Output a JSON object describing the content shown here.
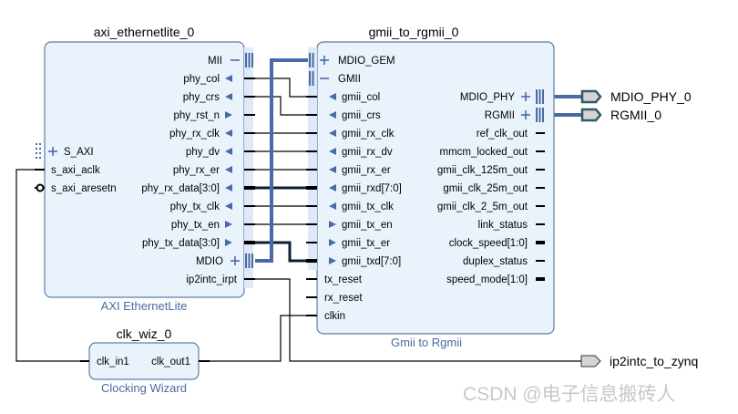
{
  "diagram": {
    "blocks": {
      "axi_ethernetlite": {
        "instance_name": "axi_ethernetlite_0",
        "ip_type": "AXI EthernetLite",
        "left_pins": [
          {
            "label": "S_AXI",
            "kind": "interface",
            "expanded": false
          },
          {
            "label": "s_axi_aclk",
            "kind": "clock"
          },
          {
            "label": "s_axi_aresetn",
            "kind": "reset"
          }
        ],
        "right_pins": [
          {
            "label": "MII",
            "kind": "interface",
            "expanded": true
          },
          {
            "label": "phy_col",
            "dir": "in"
          },
          {
            "label": "phy_crs",
            "dir": "in"
          },
          {
            "label": "phy_rst_n",
            "dir": "out"
          },
          {
            "label": "phy_rx_clk",
            "dir": "in"
          },
          {
            "label": "phy_dv",
            "dir": "in"
          },
          {
            "label": "phy_rx_er",
            "dir": "in"
          },
          {
            "label": "phy_rx_data[3:0]",
            "dir": "in"
          },
          {
            "label": "phy_tx_clk",
            "dir": "in"
          },
          {
            "label": "phy_tx_en",
            "dir": "out"
          },
          {
            "label": "phy_tx_data[3:0]",
            "dir": "out"
          },
          {
            "label": "MDIO",
            "kind": "interface",
            "expanded": false
          },
          {
            "label": "ip2intc_irpt",
            "kind": "plain"
          }
        ]
      },
      "gmii_to_rgmii": {
        "instance_name": "gmii_to_rgmii_0",
        "ip_type": "Gmii to Rgmii",
        "left_pins": [
          {
            "label": "MDIO_GEM",
            "kind": "interface",
            "expanded": false
          },
          {
            "label": "GMII",
            "kind": "interface",
            "expanded": true
          },
          {
            "label": "gmii_col",
            "dir": "out"
          },
          {
            "label": "gmii_crs",
            "dir": "out"
          },
          {
            "label": "gmii_rx_clk",
            "dir": "out"
          },
          {
            "label": "gmii_rx_dv",
            "dir": "out"
          },
          {
            "label": "gmii_rx_er",
            "dir": "out"
          },
          {
            "label": "gmii_rxd[7:0]",
            "dir": "out"
          },
          {
            "label": "gmii_tx_clk",
            "dir": "out"
          },
          {
            "label": "gmii_tx_en",
            "dir": "in"
          },
          {
            "label": "gmii_tx_er",
            "dir": "in"
          },
          {
            "label": "gmii_txd[7:0]",
            "dir": "in"
          },
          {
            "label": "tx_reset",
            "kind": "plain"
          },
          {
            "label": "rx_reset",
            "kind": "plain"
          },
          {
            "label": "clkin",
            "kind": "plain"
          }
        ],
        "right_pins": [
          {
            "label": "MDIO_PHY",
            "kind": "interface",
            "expanded": false
          },
          {
            "label": "RGMII",
            "kind": "interface",
            "expanded": false
          },
          {
            "label": "ref_clk_out",
            "kind": "plain"
          },
          {
            "label": "mmcm_locked_out",
            "kind": "plain"
          },
          {
            "label": "gmii_clk_125m_out",
            "kind": "plain"
          },
          {
            "label": "gmii_clk_25m_out",
            "kind": "plain"
          },
          {
            "label": "gmii_clk_2_5m_out",
            "kind": "plain"
          },
          {
            "label": "link_status",
            "kind": "plain"
          },
          {
            "label": "clock_speed[1:0]",
            "kind": "bus"
          },
          {
            "label": "duplex_status",
            "kind": "plain"
          },
          {
            "label": "speed_mode[1:0]",
            "kind": "bus"
          }
        ]
      },
      "clk_wiz": {
        "instance_name": "clk_wiz_0",
        "ip_type": "Clocking Wizard",
        "left_pins": [
          {
            "label": "clk_in1"
          }
        ],
        "right_pins": [
          {
            "label": "clk_out1"
          }
        ]
      }
    },
    "external_ports": [
      {
        "label": "MDIO_PHY_0",
        "kind": "interface"
      },
      {
        "label": "RGMII_0",
        "kind": "interface"
      },
      {
        "label": "ip2intc_to_zynq",
        "kind": "output"
      }
    ],
    "connections": [
      {
        "from": "phy_col",
        "to": "gmii_col"
      },
      {
        "from": "phy_crs",
        "to": "gmii_crs"
      },
      {
        "from": "phy_rx_clk",
        "to": "gmii_rx_clk"
      },
      {
        "from": "phy_dv",
        "to": "gmii_rx_dv"
      },
      {
        "from": "phy_rx_er",
        "to": "gmii_rx_er"
      },
      {
        "from": "phy_rx_data[3:0]",
        "to": "gmii_rxd[7:0]"
      },
      {
        "from": "phy_tx_clk",
        "to": "gmii_tx_clk"
      },
      {
        "from": "phy_tx_en",
        "to": "gmii_tx_en"
      },
      {
        "from": "phy_tx_data[3:0]",
        "to": "gmii_txd[7:0]"
      },
      {
        "from": "MDIO",
        "to": "MDIO_GEM"
      },
      {
        "from": "MDIO_PHY",
        "to": "MDIO_PHY_0"
      },
      {
        "from": "RGMII",
        "to": "RGMII_0"
      },
      {
        "from": "ip2intc_irpt",
        "to": "ip2intc_to_zynq"
      },
      {
        "from": "clk_out1",
        "to": "clkin"
      },
      {
        "from": "s_axi_aclk",
        "to": "clk_in1"
      }
    ],
    "colors": {
      "block_fill": "#eaf3fc",
      "block_stroke": "#5d7ea8",
      "interface_wire": "#4a6aa5",
      "ip_type_text": "#4a6aa0"
    }
  },
  "watermark": "CSDN @电子信息搬砖人"
}
